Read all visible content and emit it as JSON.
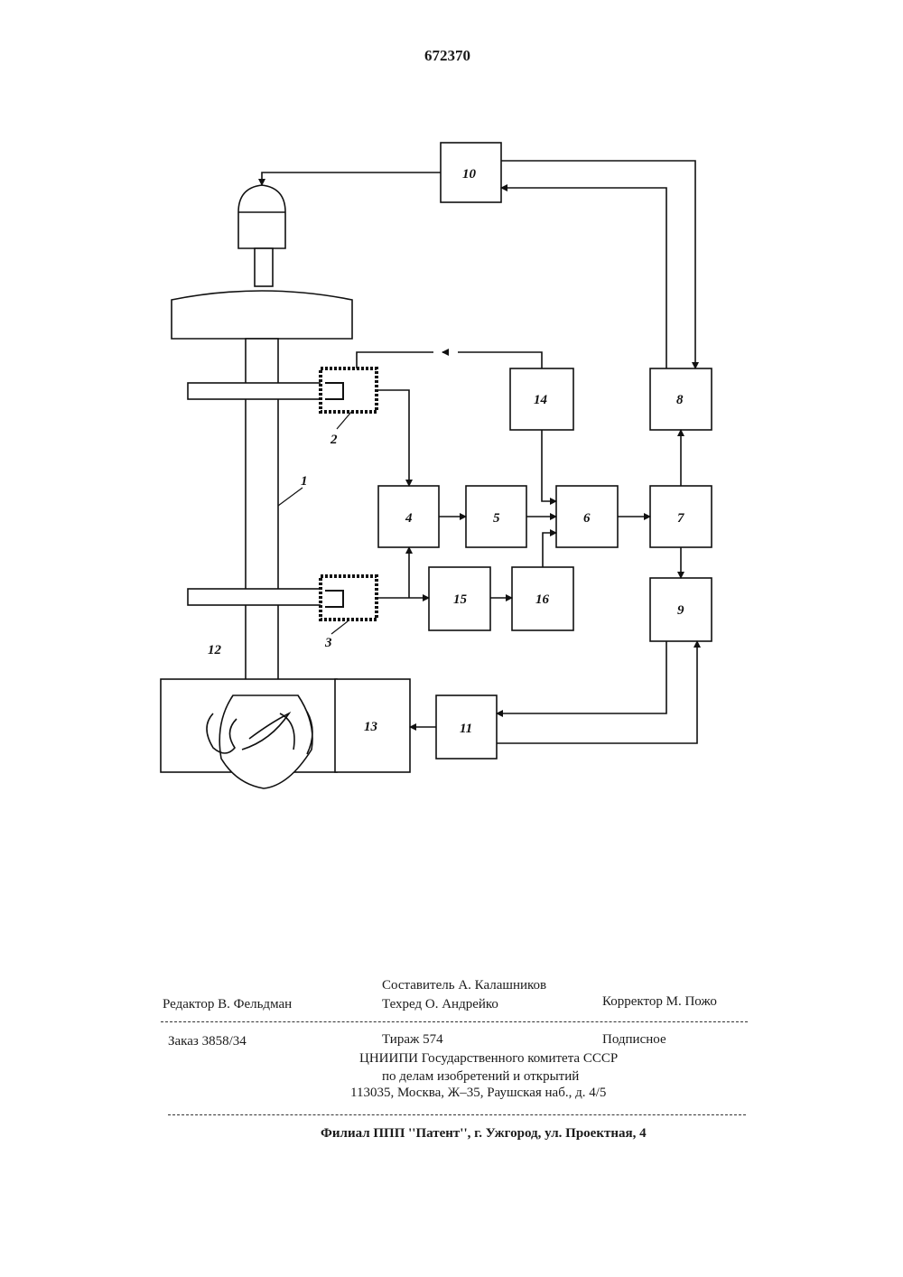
{
  "patent_number": "672370",
  "blocks": {
    "b1": "1",
    "b2": "2",
    "b3": "3",
    "b4": "4",
    "b5": "5",
    "b6": "6",
    "b7": "7",
    "b8": "8",
    "b9": "9",
    "b10": "10",
    "b11": "11",
    "b12": "12",
    "b13": "13",
    "b14": "14",
    "b15": "15",
    "b16": "16"
  },
  "imprint": {
    "editor": "Редактор  В. Фельдман",
    "compiler": "Составитель  А.  Калашников",
    "techred": "Техред  О. Андрейко",
    "corrector": "Корректор  М. Пожо",
    "order": "Заказ 3858/34",
    "circulation": "Тираж   574",
    "subscription": "Подписное",
    "org_line1": "ЦНИИПИ Государственного комитета СССР",
    "org_line2": "по делам изобретений и открытий",
    "org_line3": "113035, Москва, Ж–35, Раушская  наб., д. 4/5",
    "branch": "Филиал ППП ''Патент'', г. Ужгород, ул. Проектная, 4"
  }
}
